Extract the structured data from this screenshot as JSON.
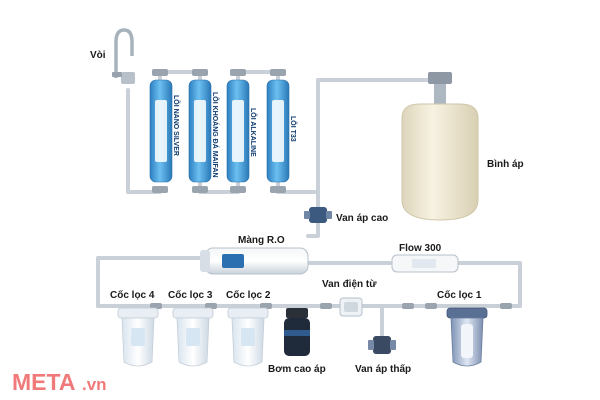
{
  "labels": {
    "faucet": "Vòi",
    "cart1": "LÕI NANO SILVER",
    "cart2": "LÕI KHOÁNG ĐÁ MAIFAN",
    "cart3": "LÕI ALKALINE",
    "cart4": "LÕI T33",
    "tank": "Bình áp",
    "high_valve": "Van áp cao",
    "membrane": "Màng R.O",
    "flow": "Flow 300",
    "solenoid": "Van điện từ",
    "filter4": "Cốc lọc 4",
    "filter3": "Cốc lọc 3",
    "filter2": "Cốc lọc 2",
    "filter1": "Cốc lọc 1",
    "pump": "Bơm cao áp",
    "low_valve": "Van áp thấp"
  },
  "brand": {
    "name": "META",
    "suffix": ".vn",
    "color": "#f07a7a"
  },
  "colors": {
    "pipe": "#d7dde3",
    "pipe_edge": "#aab3bd",
    "cartridge_blue": "#4aa3df",
    "tank": "#f1ebd6",
    "housing_clear": "#e9f2fa"
  }
}
